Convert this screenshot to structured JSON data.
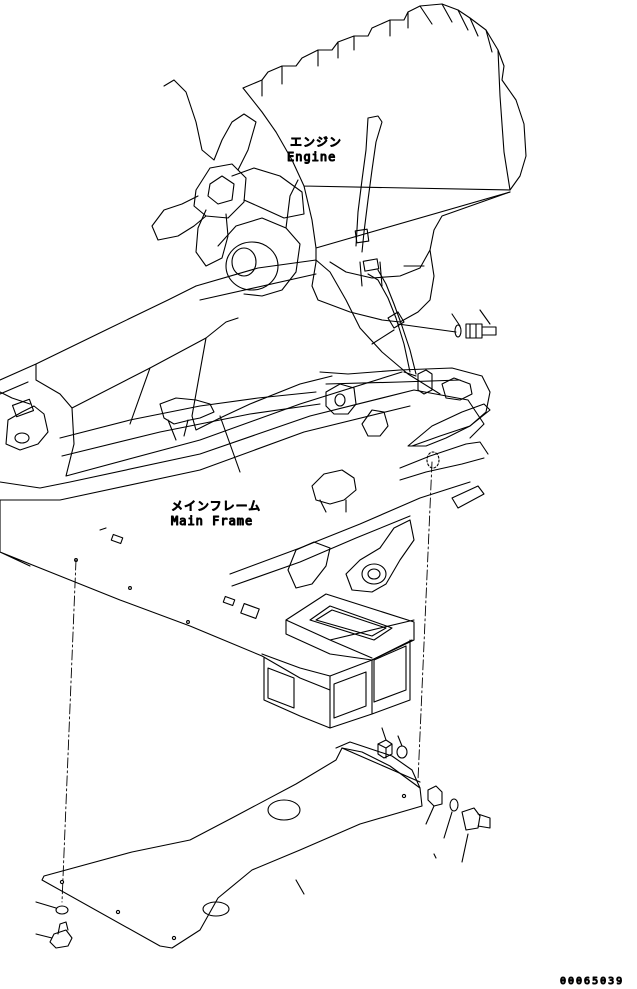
{
  "labels": {
    "engine_jp": "エンジン",
    "engine_en": "Engine",
    "frame_jp": "メインフレーム",
    "frame_en": "Main Frame"
  },
  "drawing_code": "00065039"
}
